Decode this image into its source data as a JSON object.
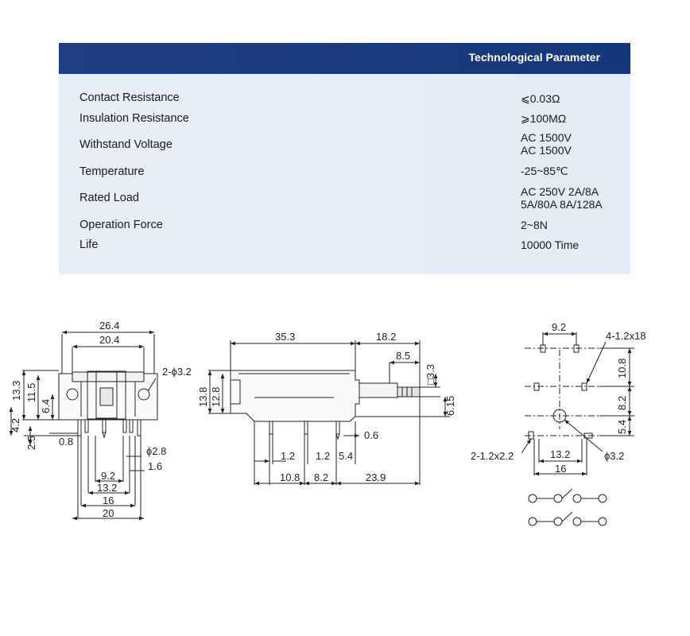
{
  "params": {
    "title": "Technological Parameter",
    "rows": [
      {
        "label": "Contact Resistance",
        "value": "⩽0.03Ω"
      },
      {
        "label": "Insulation Resistance",
        "value": "⩾100MΩ"
      },
      {
        "label": "Withstand Voltage",
        "value": "AC 1500V\nAC 1500V"
      },
      {
        "label": "Temperature",
        "value": "-25~85℃"
      },
      {
        "label": "Rated Load",
        "value": "AC 250V 2A/8A\n5A/80A 8A/128A"
      },
      {
        "label": "Operation Force",
        "value": "2~8N"
      },
      {
        "label": "Life",
        "value": "10000 Time"
      }
    ]
  },
  "front": {
    "d_264": "26.4",
    "d_204": "20.4",
    "d_133": "13.3",
    "d_115": "11.5",
    "d_64": "6.4",
    "d_42": "4.2",
    "d_25": "2.5",
    "d_08": "0.8",
    "hole": "2-ϕ3.2",
    "pin": "ϕ2.8",
    "d_16a": "1.6",
    "d_92": "9.2",
    "d_132": "13.2",
    "d_16": "16",
    "d_20": "20"
  },
  "side": {
    "d_353": "35.3",
    "d_182": "18.2",
    "d_85": "8.5",
    "d_33": "□3.3",
    "d_138": "13.8",
    "d_128": "12.8",
    "d_615": "6.15",
    "d_06": "0.6",
    "d_12a": "1.2",
    "d_12b": "1.2",
    "d_54": "5.4",
    "d_108": "10.8",
    "d_82": "8.2",
    "d_239": "23.9"
  },
  "pcb": {
    "d_92": "9.2",
    "slot4": "4-1.2x18",
    "d_108": "10.8",
    "d_82": "8.2",
    "d_54": "5.4",
    "slot2": "2-1.2x2.2",
    "d_132": "13.2",
    "hole": "ϕ3.2",
    "d_16": "16"
  }
}
